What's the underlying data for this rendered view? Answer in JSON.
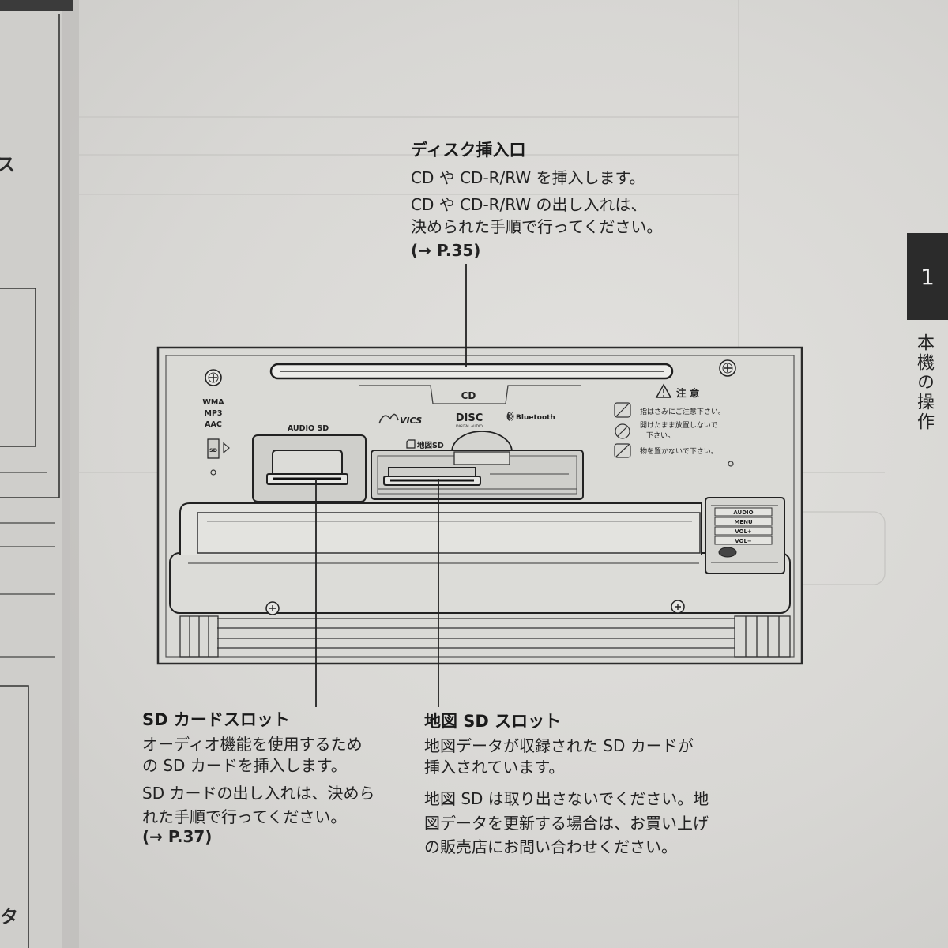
{
  "colors": {
    "page": "#d9d8d5",
    "ink": "#1e1e1e",
    "tab": "#2b2b2b"
  },
  "section_tab": {
    "number": "1",
    "title": "本機の操作"
  },
  "disc_slot": {
    "heading": "ディスク挿入口",
    "lines": [
      "CD や CD-R/RW を挿入します。",
      "CD や CD-R/RW の出し入れは、",
      "決められた手順で行ってください。"
    ],
    "ref": "(→ P.35)"
  },
  "sd_card_slot": {
    "heading": "SD カードスロット",
    "lines": [
      "オーディオ機能を使用するため",
      "の SD カードを挿入します。",
      "SD カードの出し入れは、決めら",
      "れた手順で行ってください。"
    ],
    "ref": "(→ P.37)"
  },
  "map_sd_slot": {
    "heading": "地図 SD スロット",
    "lines": [
      "地図データが収録された SD カードが",
      "挿入されています。",
      "地図 SD は取り出さないでください。地",
      "図データを更新する場合は、お買い上げ",
      "の販売店にお問い合わせください。"
    ]
  },
  "device": {
    "cd_label": "CD",
    "formats": [
      "WMA",
      "MP3",
      "AAC"
    ],
    "sd_logo": "SD",
    "audio_sd_label": "AUDIO SD",
    "map_sd_label": "地図SD",
    "logos": {
      "vics": "VICS",
      "disc": "DISC",
      "disc_sub": "DIGITAL AUDIO",
      "bluetooth": "Bluetooth"
    },
    "caution": {
      "title": "注 意",
      "items": [
        [
          "指はさみにご注意下さい。"
        ],
        [
          "開けたまま放置しないで",
          "下さい。"
        ],
        [
          "物を置かないで下さい。"
        ]
      ]
    },
    "buttons": [
      "AUDIO",
      "MENU",
      "VOL+",
      "VOL−"
    ]
  },
  "left_page": {
    "fragments": [
      "ス",
      "タ"
    ]
  },
  "icons": [
    "screw-icon",
    "warning-icon",
    "no-fingers-icon",
    "no-leave-open-icon",
    "no-objects-icon",
    "bluetooth-icon",
    "sd-card-icon"
  ]
}
